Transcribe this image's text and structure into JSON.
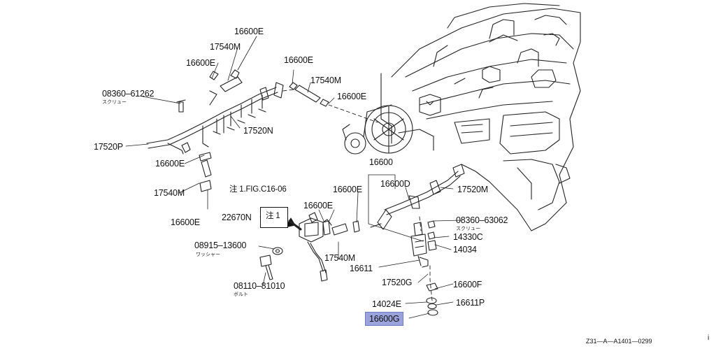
{
  "labels": {
    "l16600e_top": "16600E",
    "l17540m_top": "17540M",
    "l16600e_left": "16600E",
    "l08360_61262": "08360–61262",
    "l08360_61262_sub": "スクリュー",
    "l17520p": "17520P",
    "l16600e_mid": "16600E",
    "l17540m_left": "17540M",
    "l16600e_low": "16600E",
    "l17520n": "17520N",
    "l16600e_ctr": "16600E",
    "l17540m_ctr": "17540M",
    "l16600e_ctr2": "16600E",
    "note_fig": "注 1.FIG.C16-06",
    "l22670n": "22670N",
    "note_box": "注 1",
    "l16600e_reg": "16600E",
    "l16600e_right": "16600E",
    "l16600": "16600",
    "l16600d": "16600D",
    "l17520m": "17520M",
    "l08360_63062": "08360–63062",
    "l08360_63062_sub": "スクリュー",
    "l14330c": "14330C",
    "l14034": "14034",
    "l08915_13600": "08915–13600",
    "l08915_13600_sub": "ワッシャー",
    "l17540m_bot": "17540M",
    "l16611": "16611",
    "l17520g": "17520G",
    "l08110_81010": "08110–81010",
    "l08110_81010_sub": "ボルト",
    "l16600f": "16600F",
    "l14024e": "14024E",
    "l16611p": "16611P",
    "l16600g": "16600G",
    "ref_code": "Z31—A—A1401—0299",
    "corner_mark": "i"
  },
  "colors": {
    "highlight": "#9aa3dc",
    "ink": "#111111"
  }
}
